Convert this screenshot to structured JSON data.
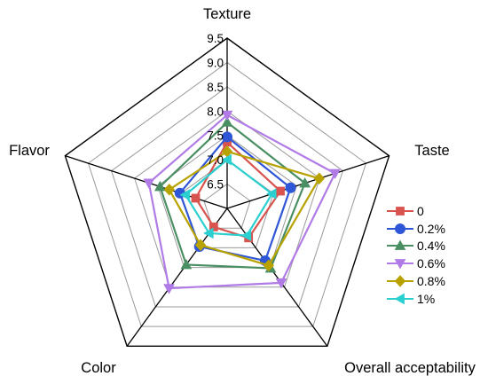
{
  "chart_data": {
    "type": "radar",
    "title": "",
    "axes": [
      "Texture",
      "Taste",
      "Overall acceptability",
      "Color",
      "Flavor"
    ],
    "rlim": [
      6.0,
      9.5
    ],
    "ticks": [
      "6.5",
      "7.0",
      "7.5",
      "8.0",
      "8.5",
      "9.0",
      "9.5"
    ],
    "tick_values": [
      6.5,
      7.0,
      7.5,
      8.0,
      8.5,
      9.0,
      9.5
    ],
    "grid": true,
    "legend_position": "right",
    "series": [
      {
        "name": "0",
        "color": "#d9534f",
        "marker": "square",
        "values": [
          7.36,
          7.15,
          6.75,
          6.47,
          6.68
        ]
      },
      {
        "name": "0.2%",
        "color": "#2f56d6",
        "marker": "circle",
        "values": [
          7.47,
          7.37,
          7.33,
          6.97,
          7.02
        ]
      },
      {
        "name": "0.4%",
        "color": "#4a8f63",
        "marker": "triangle-up",
        "values": [
          7.77,
          7.68,
          7.52,
          7.43,
          7.45
        ]
      },
      {
        "name": "0.6%",
        "color": "#b07be6",
        "marker": "triangle-down",
        "values": [
          7.92,
          8.33,
          7.89,
          8.03,
          7.69
        ]
      },
      {
        "name": "0.8%",
        "color": "#b8a200",
        "marker": "diamond",
        "values": [
          7.17,
          7.99,
          7.45,
          6.93,
          7.25
        ]
      },
      {
        "name": "1%",
        "color": "#2ccfcf",
        "marker": "triangle-left",
        "values": [
          7.0,
          6.97,
          6.69,
          6.63,
          6.9
        ]
      }
    ]
  }
}
